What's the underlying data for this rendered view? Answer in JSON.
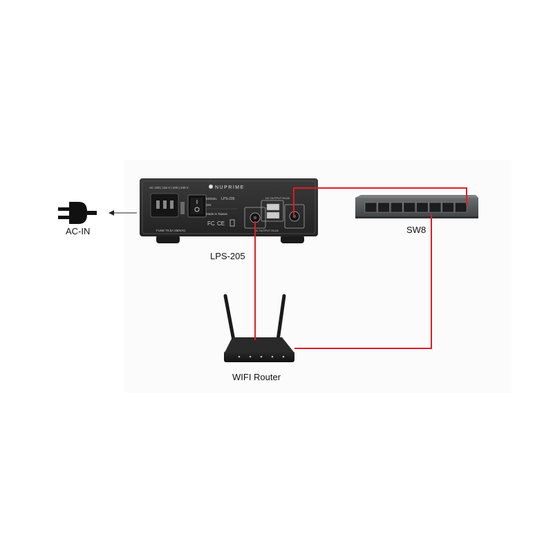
{
  "labels": {
    "ac_in": "AC-IN",
    "lps": "LPS-205",
    "switch": "SW8",
    "router": "WIFI Router"
  },
  "lps_panel": {
    "brand": "NUPRIME",
    "voltage": "AC 100 | 115 V | 230 | 240 V",
    "model_label": "MODEL",
    "model_value": "LPS-205",
    "serial_label": "S/N",
    "made_in": "Made in Taiwan",
    "fuse": "FUSE T0.5A 250VAC",
    "dc_output_top": "DC OUTPUT 5V,2A",
    "dc_output_bottom": "DC OUTPUT 5V,2A",
    "cert_fc": "FC",
    "cert_ce": "CE"
  },
  "colors": {
    "link": "#e01b24",
    "device_dark": "#2a2a2a",
    "switch_body": "#4a4d4e"
  },
  "switch_ports": 8
}
